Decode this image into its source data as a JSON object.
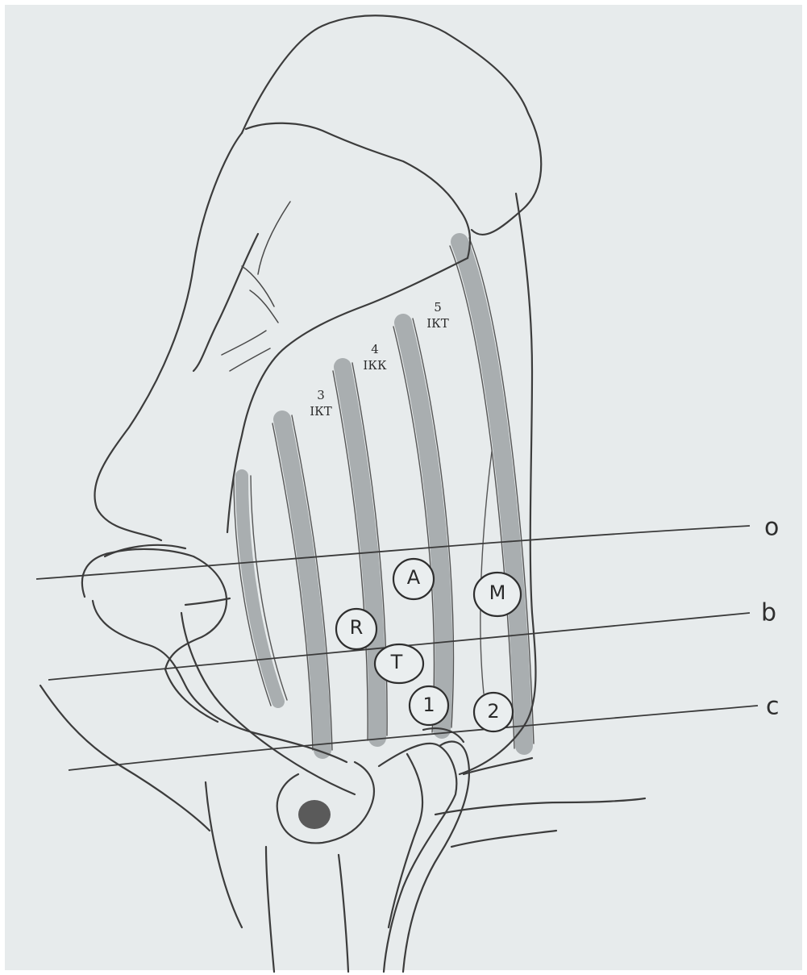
{
  "rib_labels": [
    {
      "num": "3",
      "abbr": "ІКТ"
    },
    {
      "num": "4",
      "abbr": "ІКК"
    },
    {
      "num": "5",
      "abbr": "ІКТ"
    }
  ],
  "line_labels": [
    "o",
    "b",
    "c"
  ],
  "points": [
    "A",
    "M",
    "R",
    "T",
    "1",
    "2"
  ],
  "colors": {
    "paper": "#e7ebec",
    "ink": "#3c3c3c",
    "rib_band": "#a9aeb0"
  }
}
